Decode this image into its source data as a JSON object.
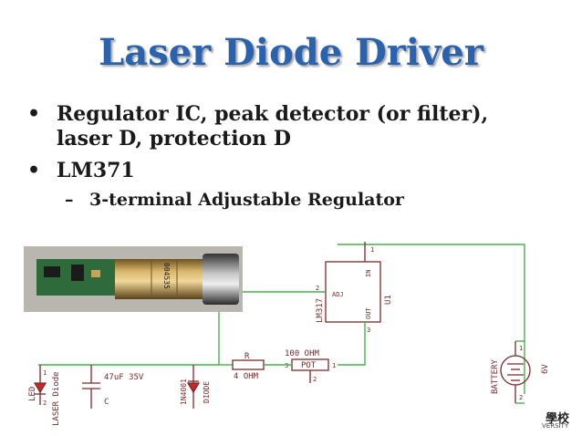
{
  "slide": {
    "title": "Laser Diode Driver",
    "bullets": [
      {
        "text_line1": "Regulator IC, peak detector (or filter),",
        "text_line2": "laser D, protection D"
      },
      {
        "text": "LM371"
      }
    ],
    "sub_bullet": "3-terminal Adjustable Regulator",
    "bullet_symbol": "•",
    "dash_symbol": "–"
  },
  "photo": {
    "module_markings": "004535"
  },
  "schematic": {
    "regulator": {
      "name": "LM317",
      "ref": "U1",
      "pin_adj": "ADJ",
      "pin_in": "IN",
      "pin_out": "OUT",
      "pin1": "1",
      "pin2": "2",
      "pin3": "3"
    },
    "resistor": {
      "ref": "R",
      "value": "4 OHM"
    },
    "pot": {
      "ref": "POT",
      "value": "100 OHM",
      "pin1": "1",
      "pin2": "2",
      "pin3": "3"
    },
    "capacitor": {
      "value": "47uF 35V",
      "ref": "C"
    },
    "diode": {
      "part": "1N4001",
      "ref": "DIODE"
    },
    "laser": {
      "ref": "LED",
      "label": "LASER Diode",
      "pin1": "1",
      "pin2": "2"
    },
    "battery": {
      "ref": "BATTERY",
      "value": "6V",
      "pin1": "1",
      "pin2": "2"
    }
  },
  "logo": {
    "text": "學校",
    "sub": "VERSITY"
  },
  "colors": {
    "title": "#2a62ad",
    "wire": "#4caf50",
    "part": "#7a2a2a",
    "text": "#1a1a1a"
  }
}
